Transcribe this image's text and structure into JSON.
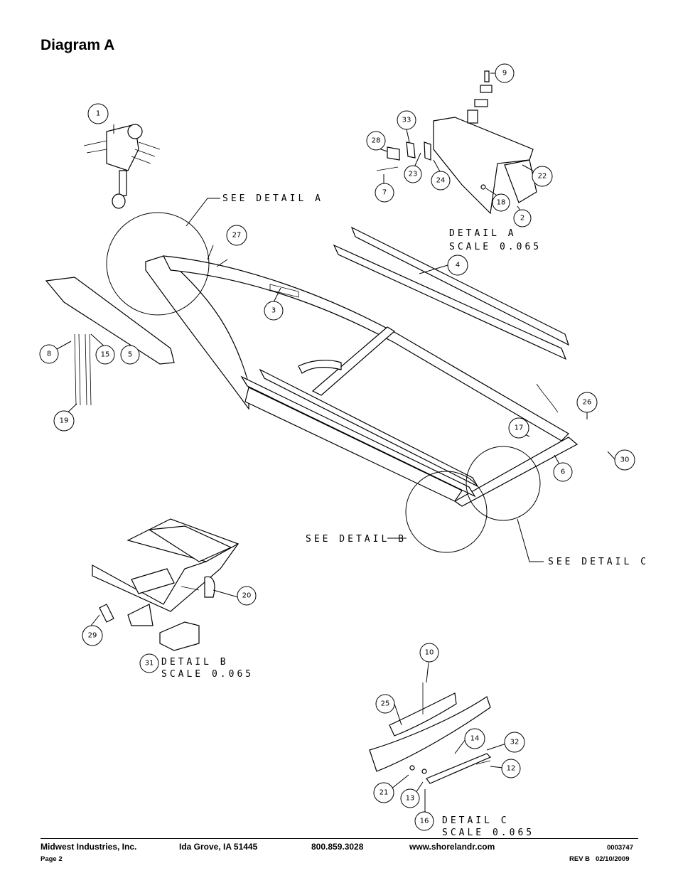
{
  "page_title": "Diagram A",
  "callouts": {
    "n1": "1",
    "n2": "2",
    "n3": "3",
    "n4": "4",
    "n5": "5",
    "n6": "6",
    "n7": "7",
    "n8": "8",
    "n9": "9",
    "n10": "10",
    "n12": "12",
    "n13": "13",
    "n14": "14",
    "n15": "15",
    "n16": "16",
    "n17": "17",
    "n18": "18",
    "n19": "19",
    "n20": "20",
    "n21": "21",
    "n22": "22",
    "n23": "23",
    "n24": "24",
    "n25": "25",
    "n26": "26",
    "n27": "27",
    "n28": "28",
    "n29": "29",
    "n30": "30",
    "n31": "31",
    "n32": "32",
    "n33": "33"
  },
  "labels": {
    "see_detail_a": "SEE DETAIL A",
    "see_detail_b": "SEE DETAIL B",
    "see_detail_c": "SEE DETAIL C",
    "detail_a": "DETAIL A",
    "detail_b": "DETAIL B",
    "detail_c": "DETAIL C",
    "scale": "SCALE 0.065"
  },
  "footer": {
    "company": "Midwest Industries, Inc.",
    "location": "Ida Grove, IA  51445",
    "phone": "800.859.3028",
    "website": "www.shorelandr.com",
    "doc_number": "0003747",
    "page": "Page 2",
    "revision": "REV B   02/10/2009"
  }
}
